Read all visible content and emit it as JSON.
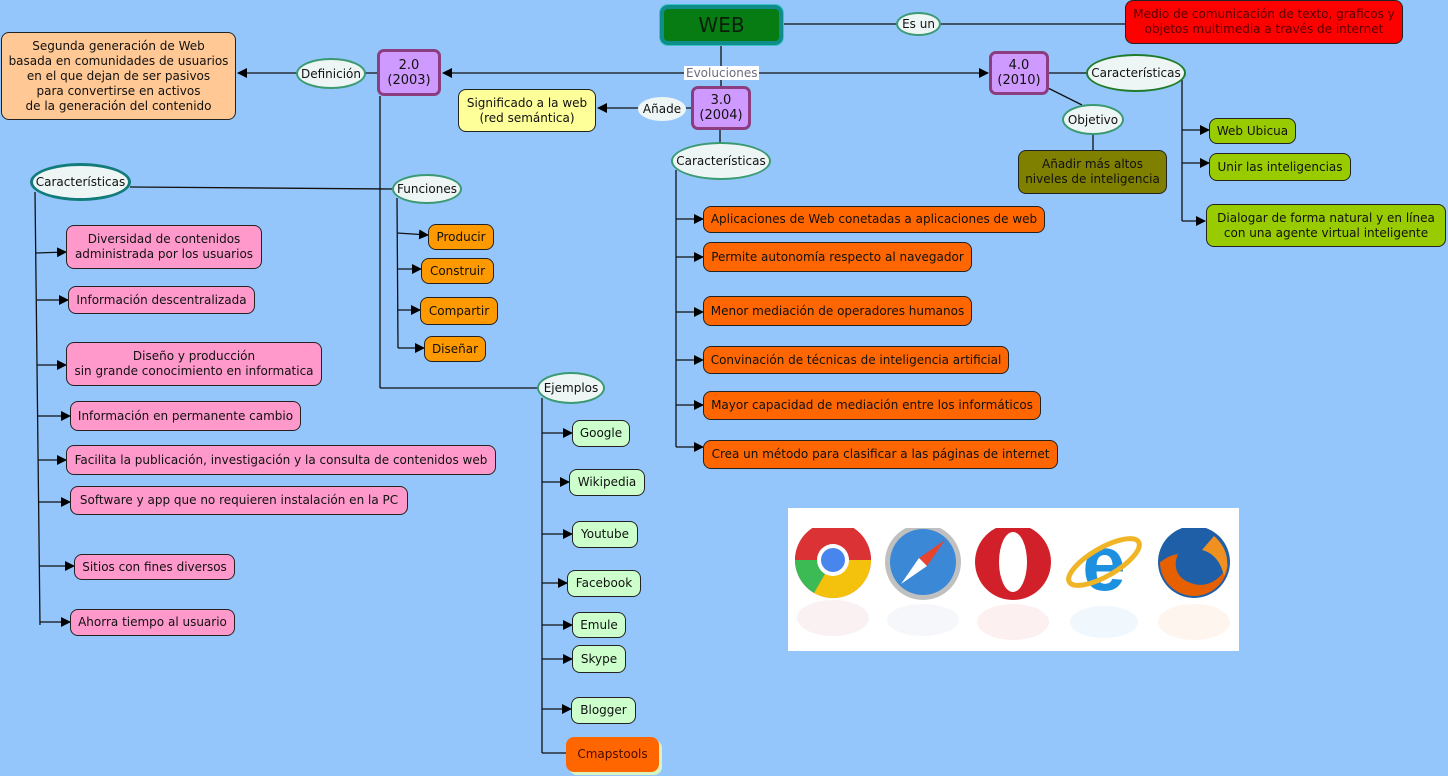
{
  "root": {
    "label": "WEB"
  },
  "definition_link": {
    "label": "Es un"
  },
  "definition": {
    "text": "Medio de comunicación de texto, graficos y\nobjetos multimedia a través de internet"
  },
  "evolutions_label": "Evoluciones",
  "versions": {
    "v2": {
      "label": "2.0\n(2003)",
      "definition_link": "Definición",
      "definition": "Segunda generación de Web\nbasada en comunidades de usuarios\nen el que dejan de ser pasivos\npara convertirse en activos\nde la generación del contenido",
      "characteristics_label": "Características",
      "characteristics": [
        "Diversidad de contenidos\nadministrada por los usuarios",
        "Información descentralizada",
        "Diseño y producción\nsin grande conocimiento en informatica",
        "Información en permanente cambio",
        "Facilita la publicación, investigación y la consulta de contenidos web",
        "Software y app que no requieren instalación en la PC",
        "Sitios con fines diversos",
        "Ahorra tiempo al usuario"
      ],
      "functions_label": "Funciones",
      "functions": [
        "Producir",
        "Construir",
        "Compartir",
        "Diseñar"
      ],
      "examples_label": "Ejemplos",
      "examples": [
        "Google",
        "Wikipedia",
        "Youtube",
        "Facebook",
        "Emule",
        "Skype",
        "Blogger",
        "Cmapstools"
      ]
    },
    "v3": {
      "label": "3.0\n(2004)",
      "adds_link": "Añade",
      "adds": "Significado a la web\n(red semántica)",
      "characteristics_label": "Características",
      "characteristics": [
        "Aplicaciones de Web conetadas a aplicaciones de web",
        "Permite autonomía respecto al navegador",
        "Menor mediación de operadores humanos",
        "Convinación de técnicas de inteligencia artificial",
        "Mayor capacidad de mediación entre los informáticos",
        "Crea un método para clasificar a las páginas de internet"
      ]
    },
    "v4": {
      "label": "4.0\n(2010)",
      "characteristics_label": "Características",
      "characteristics": [
        "Web Ubicua",
        "Unir las inteligencias",
        "Dialogar de forma natural y en línea\ncon una agente virtual inteligente"
      ],
      "objective_label": "Objetivo",
      "objective": "Añadir más altos\nniveles de inteligencia"
    }
  },
  "browsers_image": {
    "icons": [
      "chrome-icon",
      "safari-icon",
      "opera-icon",
      "internet-explorer-icon",
      "firefox-icon"
    ]
  },
  "colors": {
    "background": "#95c6fb",
    "root": "#067c13",
    "version": "#cf9aff",
    "v2_characteristic": "#ff99cc",
    "v2_function": "#ff9900",
    "v2_example": "#ccffcc",
    "v3_characteristic": "#ff6600",
    "v4_characteristic": "#99cc00",
    "v4_objective": "#7f7f00",
    "definition": "#ff0000",
    "v2_definition": "#ffc894",
    "v3_adds": "#ffff99"
  }
}
